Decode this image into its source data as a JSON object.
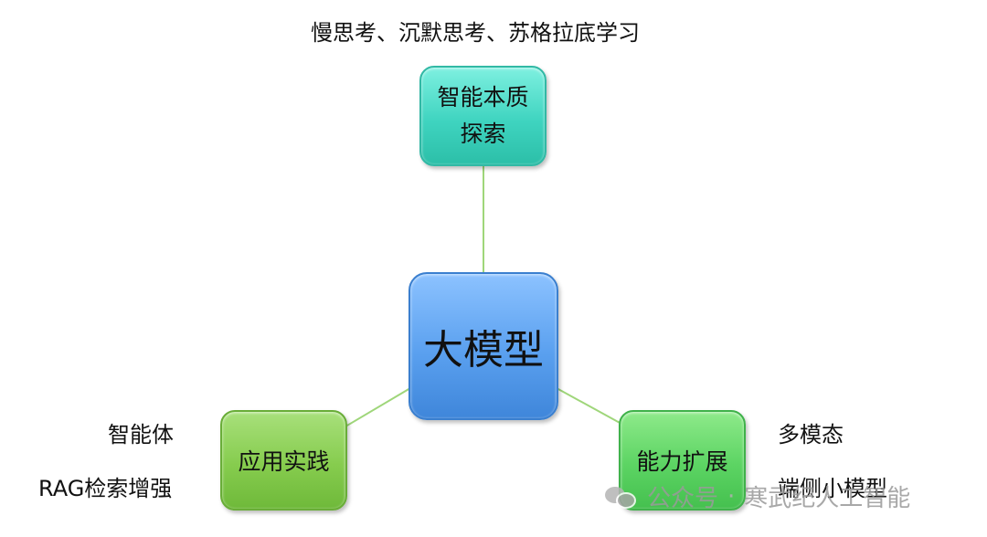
{
  "diagram": {
    "top_caption": "慢思考、沉默思考、苏格拉底学习",
    "center": "大模型",
    "top_node": [
      "智能本质",
      "探索"
    ],
    "left_node": "应用实践",
    "right_node": "能力扩展",
    "left_labels": [
      "智能体",
      "RAG检索增强"
    ],
    "right_labels": [
      "多模态",
      "端侧小模型"
    ]
  },
  "watermark": {
    "prefix": "公众号",
    "separator": "·",
    "account": "寒武纪人工智能",
    "icon": "wechat-icon"
  },
  "colors": {
    "connector": "#9fd67a",
    "top_node": "#3fd4c0",
    "center_node": "#5aa0ef",
    "left_node": "#86cc4e",
    "right_node": "#5cd463"
  }
}
